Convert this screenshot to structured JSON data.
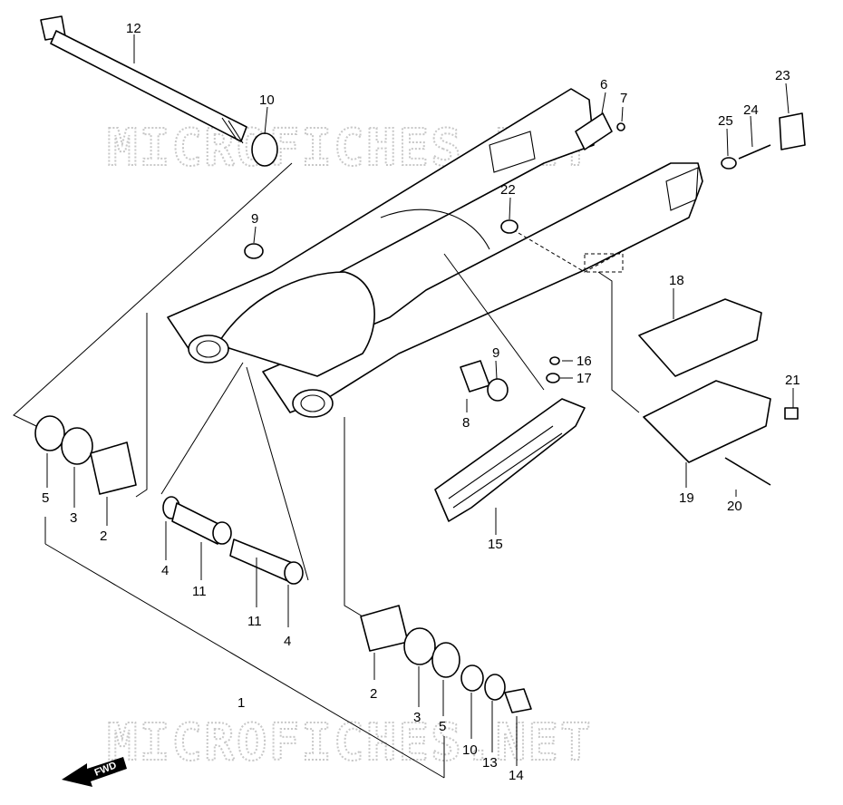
{
  "watermark": "MICROFICHES.NET",
  "direction_badge": "FWD",
  "callouts": {
    "c1": "1",
    "c2a": "2",
    "c2b": "2",
    "c3a": "3",
    "c3b": "3",
    "c4a": "4",
    "c4b": "4",
    "c5a": "5",
    "c5b": "5",
    "c6": "6",
    "c7": "7",
    "c8": "8",
    "c9a": "9",
    "c9b": "9",
    "c10a": "10",
    "c10b": "10",
    "c11a": "11",
    "c11b": "11",
    "c12": "12",
    "c13": "13",
    "c14": "14",
    "c15": "15",
    "c16": "16",
    "c17": "17",
    "c18": "18",
    "c19": "19",
    "c20": "20",
    "c21": "21",
    "c22": "22",
    "c23": "23",
    "c24": "24",
    "c25": "25"
  }
}
